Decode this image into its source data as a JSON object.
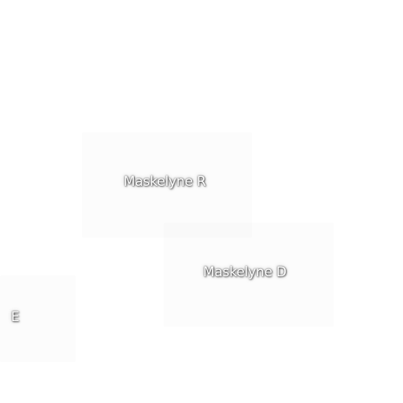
{
  "map": {
    "labels": {
      "maskelyne_r": "Maskelyne R",
      "maskelyne_d": "Maskelyne D",
      "e": "E"
    }
  }
}
